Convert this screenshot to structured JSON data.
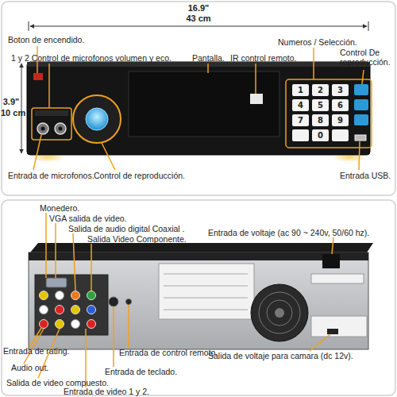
{
  "diagram": {
    "labels": [
      "16.9\"",
      "43 cm",
      "Boton de encendido.",
      "1 y 2 Control de microfonos volumen y eco.",
      "Pantalla.",
      "IR control remoto.",
      "Numeros / Selección.",
      "Control De reproducción.",
      "3.9\"",
      "10 cm",
      "Entrada de microfonos.",
      "Control de reproducción.",
      "Entrada USB.",
      "1",
      "2",
      "3",
      "4",
      "5",
      "6",
      "7",
      "8",
      "9",
      "0",
      "Monedero.",
      "VGA salida de video.",
      "Salida de audio digital Coaxial .",
      "Salida Video Componente.",
      "Entrada de voltaje (ac 90 ~ 240v, 50/60 hz).",
      "Entrada de rating.",
      "Audio out.",
      "Salida de video compuesto.",
      "Entrada de video 1 y 2.",
      "Entrada de control remoto.",
      "Entrada de teclado.",
      "Salida de voltaje para camara (dc 12v)."
    ]
  }
}
